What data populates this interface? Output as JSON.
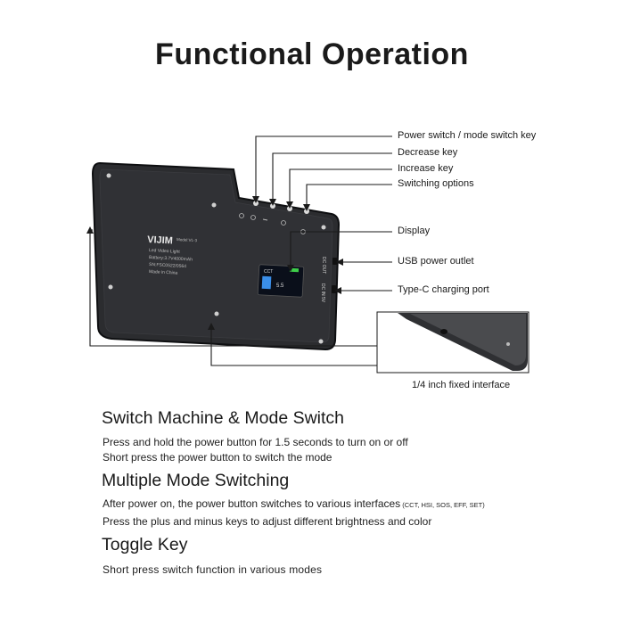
{
  "page": {
    "title": "Functional Operation"
  },
  "device": {
    "brand": "VIJIM",
    "model": "Model:VL-3",
    "label_lines": [
      "Led Video Light",
      "Battery:3.7V4000mAh",
      "SN:FSC0522/0564",
      "Made in China"
    ],
    "port_labels": [
      "DC OUT",
      "DC IN 5V"
    ],
    "display_readout": [
      "CCT",
      "5.5"
    ]
  },
  "callouts": {
    "power_switch": "Power switch / mode switch key",
    "decrease": "Decrease key",
    "increase": "Increase key",
    "switching": "Switching options",
    "display": "Display",
    "usb": "USB power outlet",
    "typec": "Type-C charging port",
    "mount": "1/4 inch fixed interface"
  },
  "sections": {
    "s1": {
      "heading": "Switch Machine & Mode Switch",
      "line1": "Press and hold the power button for 1.5 seconds to turn on or off",
      "line2": "Short press the power button to switch the mode"
    },
    "s2": {
      "heading": "Multiple Mode Switching",
      "line1_main": "After power on, the power button switches to various interfaces",
      "line1_small": " (CCT, HSI, SOS, EFF, SET)",
      "line2": "Press the plus and minus keys to adjust different brightness and color"
    },
    "s3": {
      "heading": "Toggle Key",
      "line1": "Short press switch function in various modes"
    }
  },
  "colors": {
    "device_body": "#2a2b2e",
    "device_edge": "#111214",
    "line": "#1a1a1a",
    "screen": "#0a0f1a"
  }
}
